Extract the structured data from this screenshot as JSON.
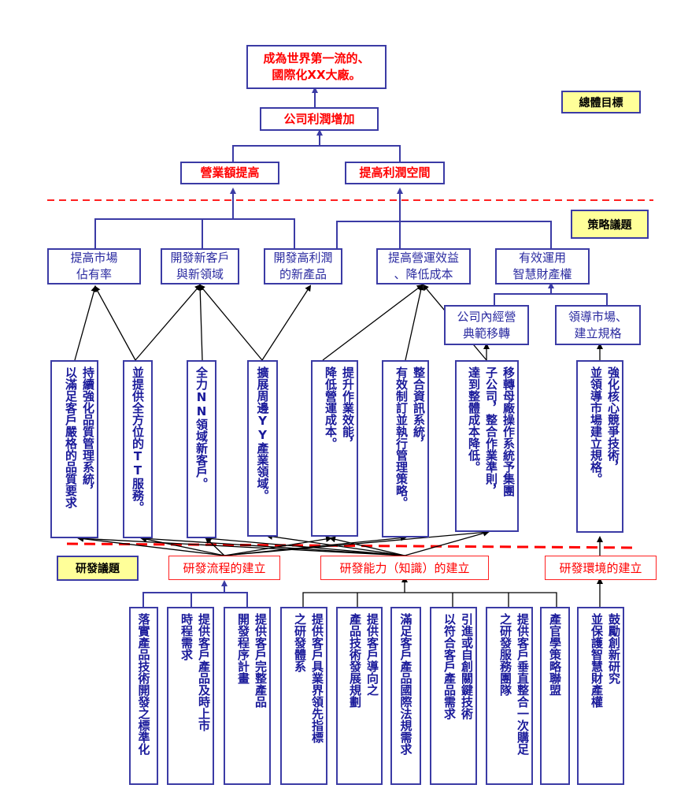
{
  "overall_goal": {
    "section_label": "總體目標",
    "vision": [
      "成為世界第一流的、",
      "國際化XX大廠。"
    ],
    "profit": "公司利潤增加",
    "revenue": "營業額提高",
    "margin": "提高利潤空間"
  },
  "strategy": {
    "section_label": "策略議題",
    "items": [
      [
        "提高市場",
        "佔有率"
      ],
      [
        "開發新客戶",
        "與新領域"
      ],
      [
        "開發高利潤",
        "的新產品"
      ],
      [
        "提高營運效益",
        "、降低成本"
      ],
      [
        "有效運用",
        "智慧財產權"
      ]
    ],
    "ip_sub": [
      [
        "公司內經營",
        "典範移轉"
      ],
      [
        "領導市場、",
        "建立規格"
      ]
    ]
  },
  "initiatives": [
    [
      "持續強化品質管理系統，",
      "以滿足客戶嚴格的品質要求"
    ],
    [
      "並提供全方位的TT服務。"
    ],
    [
      "全力NN領域新客戶。"
    ],
    [
      "擴展周邊YY產業領域。"
    ],
    [
      "提升作業效能，",
      "降低營運成本。"
    ],
    [
      "整合資訊系統，",
      "有效制訂並執行管理策略。"
    ],
    [
      "移轉母廠操作系統予集團",
      "子公司，整合作業準則，",
      "達到整體成本降低。"
    ],
    [
      "強化核心競爭技術，",
      "並領導市場建立規格。"
    ]
  ],
  "rd": {
    "section_label": "研發議題",
    "process": "研發流程的建立",
    "capability": "研發能力（知識）的建立",
    "environment": "研發環境的建立",
    "process_items": [
      [
        "落實產品技術開發之標準化"
      ],
      [
        "提供客戶產品及時上市",
        "時程需求"
      ],
      [
        "提供客戶完整產品",
        "開發程序計畫"
      ]
    ],
    "capability_items": [
      [
        "提供客戶具業界領先指標",
        "之研發體系"
      ],
      [
        "提供客戶導向之",
        "產品技術發展規劃"
      ],
      [
        "滿足客戶產品國際法規需求"
      ],
      [
        "引進或自創關鍵技術",
        "以符合客戶產品需求"
      ],
      [
        "提供客戶垂直整合一次購足",
        "之研發服務團隊"
      ],
      [
        "產官學策略聯盟"
      ]
    ],
    "environment_items": [
      [
        "鼓勵創新研究",
        "並保護智慧財產權"
      ]
    ]
  },
  "colors": {
    "box_border": "#3b3ba5",
    "goal_text": "#ff0000",
    "strategy_text": "#2a2aa0",
    "label_fill": "#ffff99",
    "divider": "#ff0000",
    "connector": "#000000"
  }
}
